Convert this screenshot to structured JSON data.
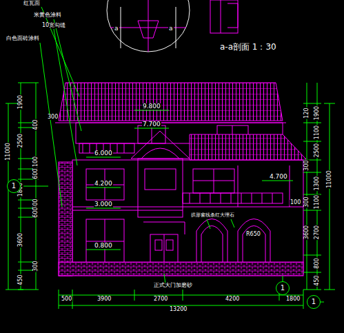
{
  "diagram": {
    "title": "a-a剖面 1：30",
    "nodes": [
      {
        "text": [
          "1"
        ]
      },
      {
        "text": [
          "1"
        ]
      },
      {
        "text": [
          "1"
        ]
      }
    ],
    "labels": [
      "红瓦面",
      "米黄色涂料",
      "10宽勾缝",
      "白色面砖涂料",
      "a",
      "a",
      "9.800",
      "7.700",
      "6.000",
      "4.200",
      "3.000",
      "0.800",
      "4.700",
      "R650",
      "拱形窗线条红大理石",
      "正式大门加磨砂",
      "300",
      "1900",
      "2500",
      "1800",
      "3600",
      "450",
      "400",
      "1100",
      "600",
      "500",
      "600",
      "300",
      "11000",
      "120",
      "1900",
      "1100",
      "300",
      "2500",
      "1300",
      "300",
      "1100",
      "2700",
      "3600",
      "800",
      "450",
      "11000",
      "100",
      "500",
      "3900",
      "2700",
      "4200",
      "1800",
      "13200"
    ]
  }
}
